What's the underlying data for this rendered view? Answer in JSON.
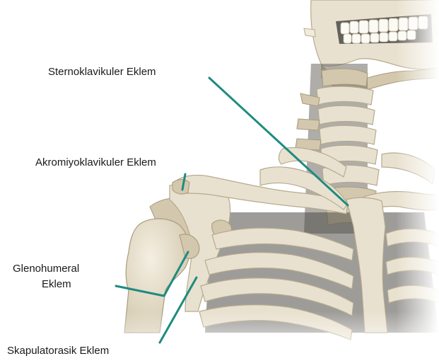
{
  "labels": {
    "sternoclavicular": "Sternoklavikuler Eklem",
    "acromioclavicular": "Akromiyoklavikuler Eklem",
    "glenohumeral_line1": "Glenohumeral",
    "glenohumeral_line2": "Eklem",
    "scapulothoracic": "Skapulatorasik Eklem"
  },
  "colors": {
    "leader": "#1e8b80",
    "bone": "#e9e1cf",
    "background": "#ffffff"
  }
}
